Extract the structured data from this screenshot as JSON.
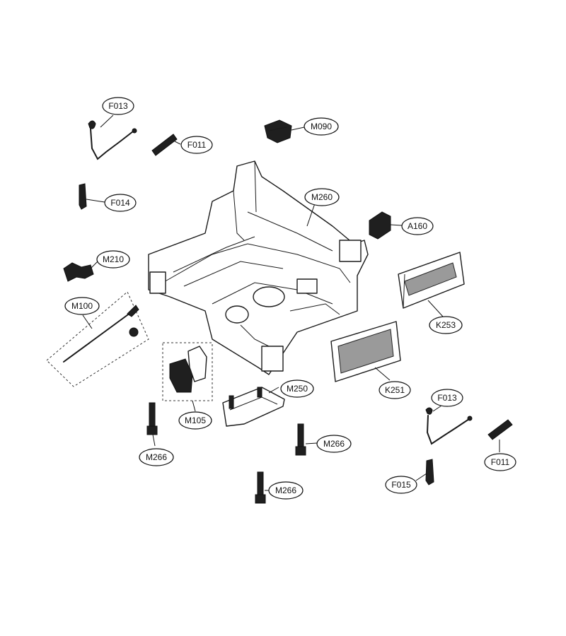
{
  "callouts": [
    {
      "id": "F013_a",
      "label": "F013"
    },
    {
      "id": "F011_a",
      "label": "F011"
    },
    {
      "id": "M090",
      "label": "M090"
    },
    {
      "id": "F014",
      "label": "F014"
    },
    {
      "id": "M260",
      "label": "M260"
    },
    {
      "id": "A160",
      "label": "A160"
    },
    {
      "id": "M210",
      "label": "M210"
    },
    {
      "id": "M100",
      "label": "M100"
    },
    {
      "id": "K253",
      "label": "K253"
    },
    {
      "id": "M250",
      "label": "M250"
    },
    {
      "id": "K251",
      "label": "K251"
    },
    {
      "id": "M105",
      "label": "M105"
    },
    {
      "id": "F013_b",
      "label": "F013"
    },
    {
      "id": "M266_a",
      "label": "M266"
    },
    {
      "id": "M266_b",
      "label": "M266"
    },
    {
      "id": "F011_b",
      "label": "F011"
    },
    {
      "id": "F015",
      "label": "F015"
    },
    {
      "id": "M266_c",
      "label": "M266"
    }
  ]
}
